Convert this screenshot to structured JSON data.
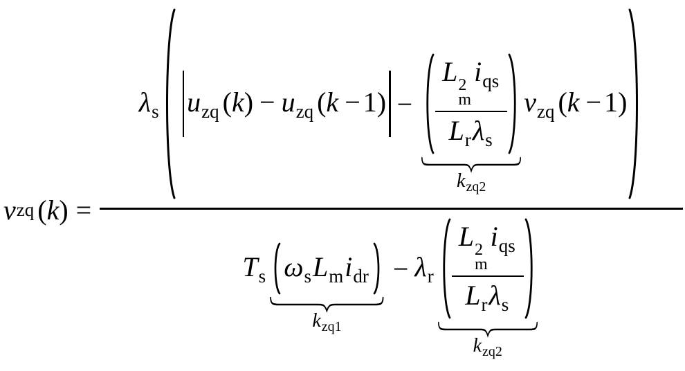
{
  "page": {
    "background": "#ffffff",
    "ink": "#000000"
  },
  "formula": {
    "lhs": {
      "base": "v",
      "sub": "zq",
      "open": "(",
      "arg": "k",
      "close": ")"
    },
    "rel": "=",
    "num": {
      "coeff": {
        "base": "λ",
        "sub": "s"
      },
      "abs": {
        "t1": {
          "base": "u",
          "sub": "zq",
          "open": "(",
          "arg": "k",
          "close": ")"
        },
        "op": "−",
        "t2": {
          "base": "u",
          "sub": "zq",
          "open": "(",
          "arg": "k",
          "op": "−",
          "one": "1",
          "close": ")"
        }
      },
      "op": "−",
      "k2": {
        "frac": {
          "top": {
            "base": "L",
            "sup": "2",
            "sub": "m",
            "base2": "i",
            "sub2": "qs"
          },
          "bot": {
            "base": "L",
            "sub": "r",
            "base2": "λ",
            "sub2": "s"
          }
        },
        "label": {
          "base": "k",
          "sub": "zq2"
        }
      },
      "tail": {
        "base": "v",
        "sub": "zq",
        "open": "(",
        "arg": "k",
        "op": "−",
        "one": "1",
        "close": ")"
      }
    },
    "den": {
      "coeff": {
        "base": "T",
        "sub": "s"
      },
      "k1": {
        "inner": {
          "base": "ω",
          "sub": "s",
          "base2": "L",
          "sub2": "m",
          "base3": "i",
          "sub3": "dr"
        },
        "label": {
          "base": "k",
          "sub": "zq1"
        }
      },
      "op": "−",
      "coeff2": {
        "base": "λ",
        "sub": "r"
      },
      "k2": {
        "frac": {
          "top": {
            "base": "L",
            "sup": "2",
            "sub": "m",
            "base2": "i",
            "sub2": "qs"
          },
          "bot": {
            "base": "L",
            "sub": "r",
            "base2": "λ",
            "sub2": "s"
          }
        },
        "label": {
          "base": "k",
          "sub": "zq2"
        }
      }
    }
  }
}
